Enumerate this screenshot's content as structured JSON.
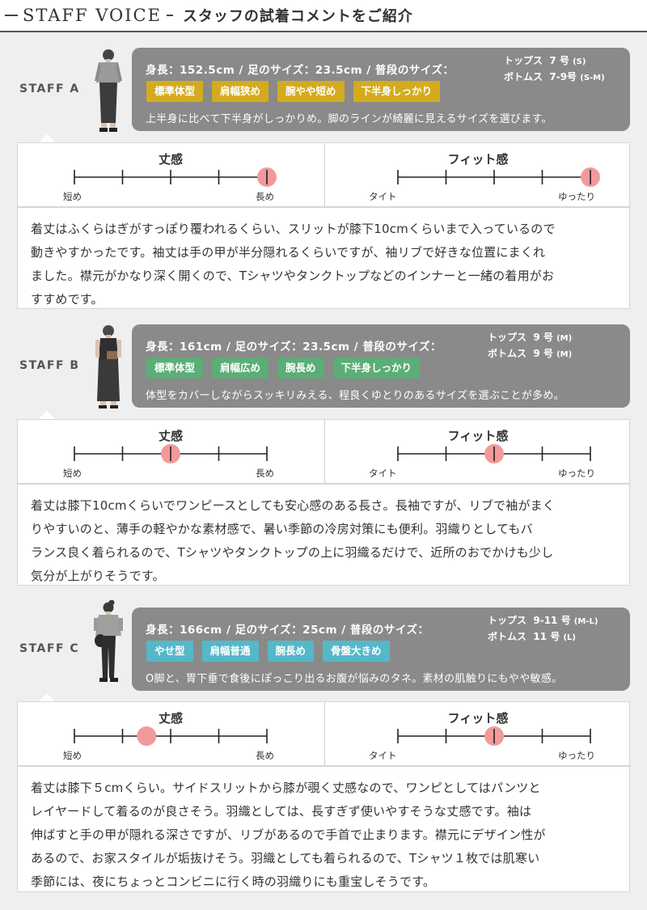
{
  "header": {
    "title_en": "STAFF VOICE",
    "title_jp": "スタッフの試着コメントをご紹介"
  },
  "colors": {
    "bubble": "#8a8a8a",
    "tag_a": "#d4ab1e",
    "tag_b": "#5cad77",
    "tag_c": "#55b8c9",
    "marker": "#f29a9a"
  },
  "staff": [
    {
      "label": "STAFF A",
      "stats": "身長：152.5cm / 足のサイズ：23.5cm / 普段のサイズ：",
      "sizes": [
        {
          "item": "トップス",
          "size": "7 号",
          "tag": "(S)"
        },
        {
          "item": "ボトムス",
          "size": "7-9号",
          "tag": "(S-M)"
        }
      ],
      "tags": [
        "標準体型",
        "肩幅狭め",
        "腕やや短め",
        "下半身しっかり"
      ],
      "comment": "上半身に比べて下半身がしっかりめ。脚のラインが綺麗に見えるサイズを選びます。",
      "scales": [
        {
          "title": "丈感",
          "left": "短め",
          "right": "長め",
          "value": 4
        },
        {
          "title": "フィット感",
          "left": "タイト",
          "right": "ゆったり",
          "value": 4
        }
      ],
      "note": [
        "着丈はふくらはぎがすっぽり覆われるくらい、スリットが膝下10cmくらいまで入っているので",
        "動きやすかったです。袖丈は手の甲が半分隠れるくらいですが、袖リブで好きな位置にまくれ",
        "ました。襟元がかなり深く開くので、Tシャツやタンクトップなどのインナーと一緒の着用がお",
        "すすめです。"
      ]
    },
    {
      "label": "STAFF B",
      "stats": "身長：161cm / 足のサイズ：23.5cm / 普段のサイズ：",
      "sizes": [
        {
          "item": "トップス",
          "size": "9 号",
          "tag": "(M)"
        },
        {
          "item": "ボトムス",
          "size": "9 号",
          "tag": "(M)"
        }
      ],
      "tags": [
        "標準体型",
        "肩幅広め",
        "腕長め",
        "下半身しっかり"
      ],
      "comment": "体型をカバーしながらスッキリみえる、程良くゆとりのあるサイズを選ぶことが多め。",
      "scales": [
        {
          "title": "丈感",
          "left": "短め",
          "right": "長め",
          "value": 2
        },
        {
          "title": "フィット感",
          "left": "タイト",
          "right": "ゆったり",
          "value": 2
        }
      ],
      "note": [
        "着丈は膝下10cmくらいでワンピースとしても安心感のある長さ。長袖ですが、リブで袖がまく",
        "りやすいのと、薄手の軽やかな素材感で、暑い季節の冷房対策にも便利。羽織りとしてもバ",
        "ランス良く着られるので、Tシャツやタンクトップの上に羽織るだけで、近所のおでかけも少し",
        "気分が上がりそうです。"
      ]
    },
    {
      "label": "STAFF C",
      "stats": "身長：166cm / 足のサイズ：25cm / 普段のサイズ：",
      "sizes": [
        {
          "item": "トップス",
          "size": "9-11 号",
          "tag": "(M-L)"
        },
        {
          "item": "ボトムス",
          "size": "11 号",
          "tag": "(L)"
        }
      ],
      "tags": [
        "やせ型",
        "肩幅普通",
        "腕長め",
        "骨盤大きめ"
      ],
      "comment": "O脚と、胃下垂で食後にぽっこり出るお腹が悩みのタネ。素材の肌触りにもやや敏感。",
      "scales": [
        {
          "title": "丈感",
          "left": "短め",
          "right": "長め",
          "value": 1.5
        },
        {
          "title": "フィット感",
          "left": "タイト",
          "right": "ゆったり",
          "value": 2
        }
      ],
      "note": [
        "着丈は膝下５cmくらい。サイドスリットから膝が覗く丈感なので、ワンピとしてはパンツと",
        "レイヤードして着るのが良さそう。羽織としては、長すぎず使いやすそうな丈感です。袖は",
        "伸ばすと手の甲が隠れる深さですが、リブがあるので手首で止まります。襟元にデザイン性が",
        "あるので、お家スタイルが垢抜けそう。羽織としても着られるので、Tシャツ１枚では肌寒い",
        "季節には、夜にちょっとコンビニに行く時の羽織りにも重宝しそうです。"
      ]
    }
  ]
}
